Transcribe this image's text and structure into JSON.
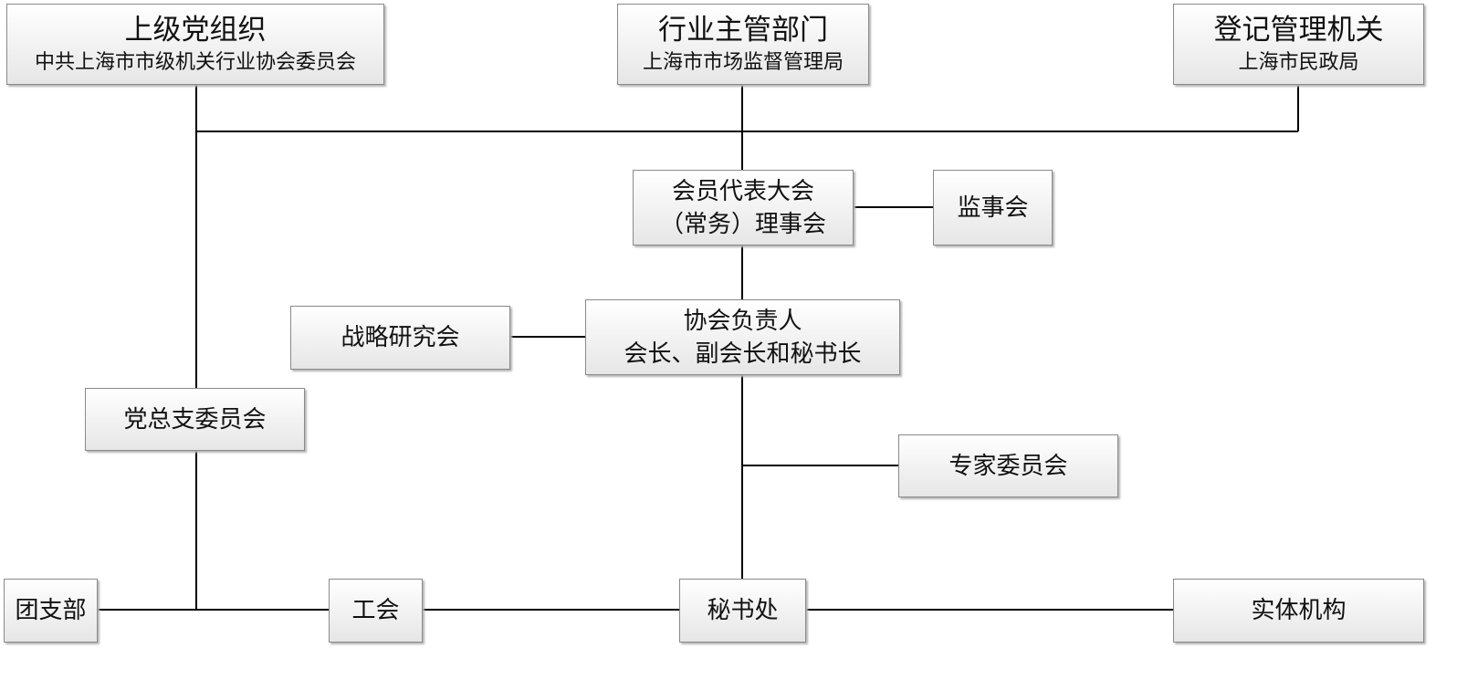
{
  "nodes": {
    "party_parent": {
      "title": "上级党组织",
      "subtitle": "中共上海市市级机关行业协会委员会"
    },
    "industry_dept": {
      "title": "行业主管部门",
      "subtitle": "上海市市场监督管理局"
    },
    "registration": {
      "title": "登记管理机关",
      "subtitle": "上海市民政局"
    },
    "congress": {
      "line1": "会员代表大会",
      "line2": "（常务）理事会"
    },
    "supervisors": {
      "label": "监事会"
    },
    "strategy": {
      "label": "战略研究会"
    },
    "leaders": {
      "line1": "协会负责人",
      "line2": "会长、副会长和秘书长"
    },
    "party_branch": {
      "label": "党总支委员会"
    },
    "experts": {
      "label": "专家委员会"
    },
    "youth_league": {
      "label": "团支部"
    },
    "union": {
      "label": "工会"
    },
    "secretariat": {
      "label": "秘书处"
    },
    "entities": {
      "label": "实体机构"
    }
  },
  "colors": {
    "line": "#000000",
    "border": "#8a8a8a",
    "fill_top": "#ffffff",
    "fill_bottom": "#e6e6e6"
  }
}
